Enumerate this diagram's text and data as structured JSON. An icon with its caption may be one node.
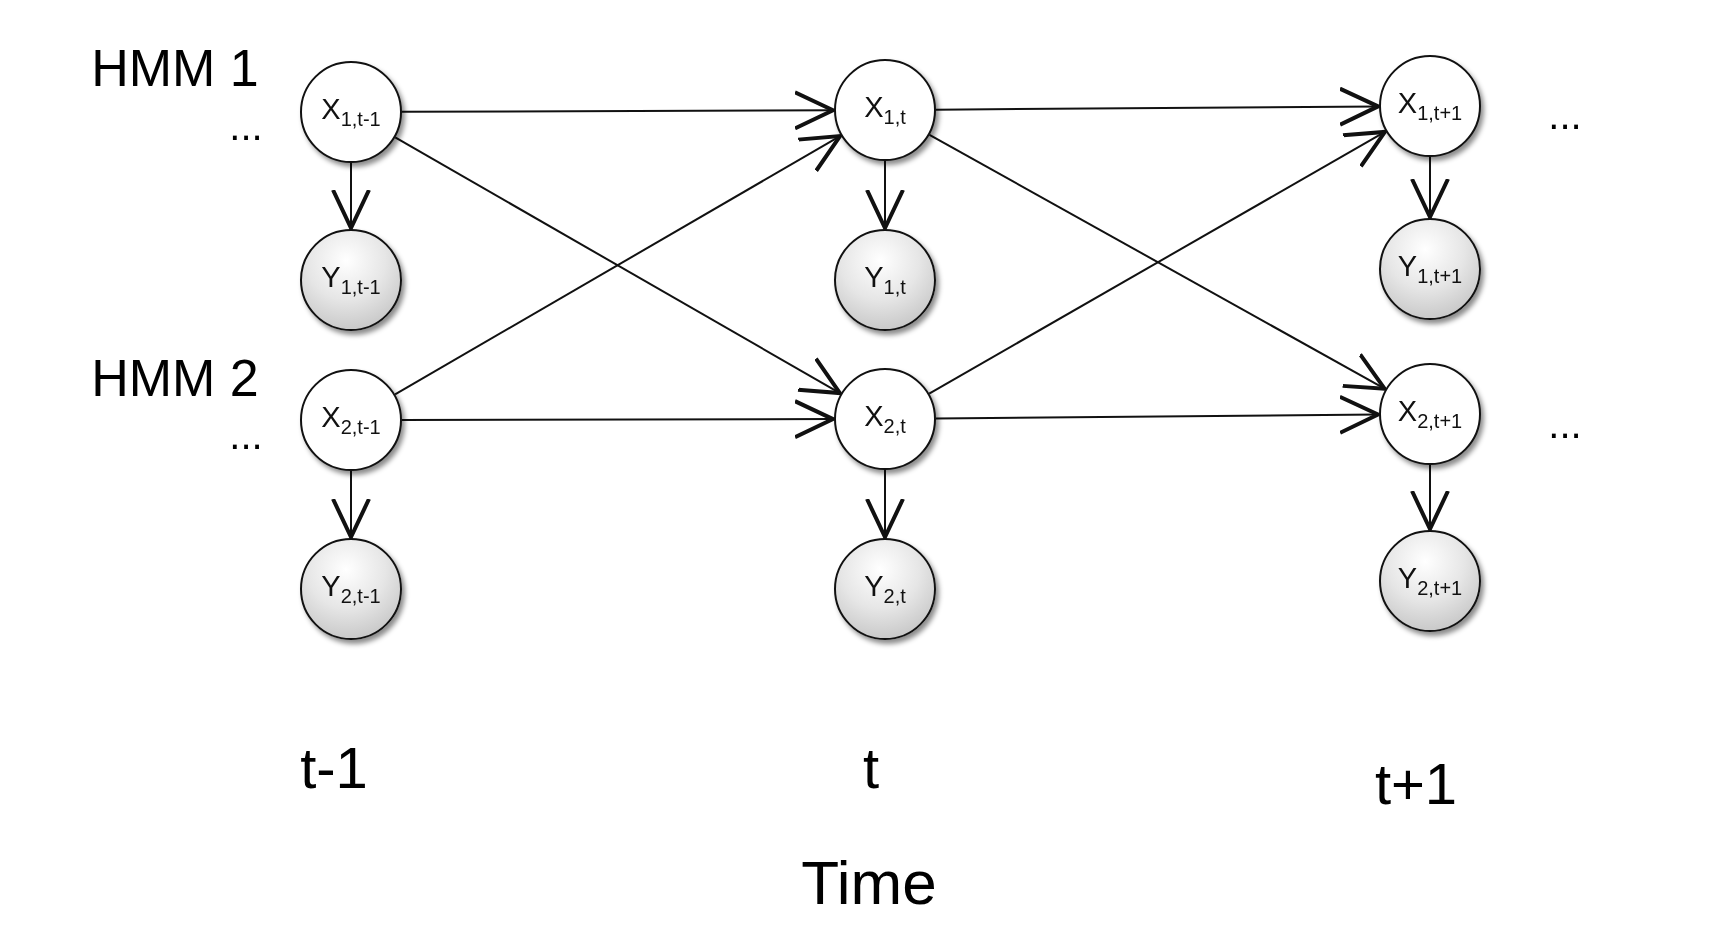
{
  "diagram": {
    "nodes": [
      {
        "text": [
          "X$_{1,t-1}$"
        ]
      },
      {
        "text": [
          "X$_{1,t}$"
        ]
      },
      {
        "text": [
          "X$_{1,t+1}$"
        ]
      },
      {
        "text": [
          "Y$_{1,t-1}$"
        ]
      },
      {
        "text": [
          "Y$_{1,t}$"
        ]
      },
      {
        "text": [
          "Y$_{1,t+1}$"
        ]
      },
      {
        "text": [
          "X$_{2,t-1}$"
        ]
      },
      {
        "text": [
          "X$_{2,t}$"
        ]
      },
      {
        "text": [
          "X$_{2,t+1}$"
        ]
      },
      {
        "text": [
          "Y$_{2,t-1}$"
        ]
      },
      {
        "text": [
          "Y$_{2,t}$"
        ]
      },
      {
        "text": [
          "Y$_{2,t+1}$"
        ]
      }
    ],
    "edges": [
      {
        "from": 0,
        "to": 1,
        "arrow": "to"
      },
      {
        "from": 0,
        "to": 7,
        "arrow": "to"
      },
      {
        "from": 6,
        "to": 1,
        "arrow": "to"
      },
      {
        "from": 6,
        "to": 7,
        "arrow": "to"
      },
      {
        "from": 1,
        "to": 2,
        "arrow": "to"
      },
      {
        "from": 1,
        "to": 8,
        "arrow": "to"
      },
      {
        "from": 7,
        "to": 2,
        "arrow": "to"
      },
      {
        "from": 7,
        "to": 8,
        "arrow": "to"
      },
      {
        "from": 0,
        "to": 3,
        "arrow": "to"
      },
      {
        "from": 1,
        "to": 4,
        "arrow": "to"
      },
      {
        "from": 2,
        "to": 5,
        "arrow": "to"
      },
      {
        "from": 6,
        "to": 9,
        "arrow": "to"
      },
      {
        "from": 7,
        "to": 10,
        "arrow": "to"
      },
      {
        "from": 8,
        "to": 11,
        "arrow": "to"
      }
    ],
    "labels": [
      "HMM 1",
      "...",
      "...",
      "HMM 2",
      "...",
      "...",
      "t-1",
      "t",
      "t+1",
      "Time"
    ]
  }
}
